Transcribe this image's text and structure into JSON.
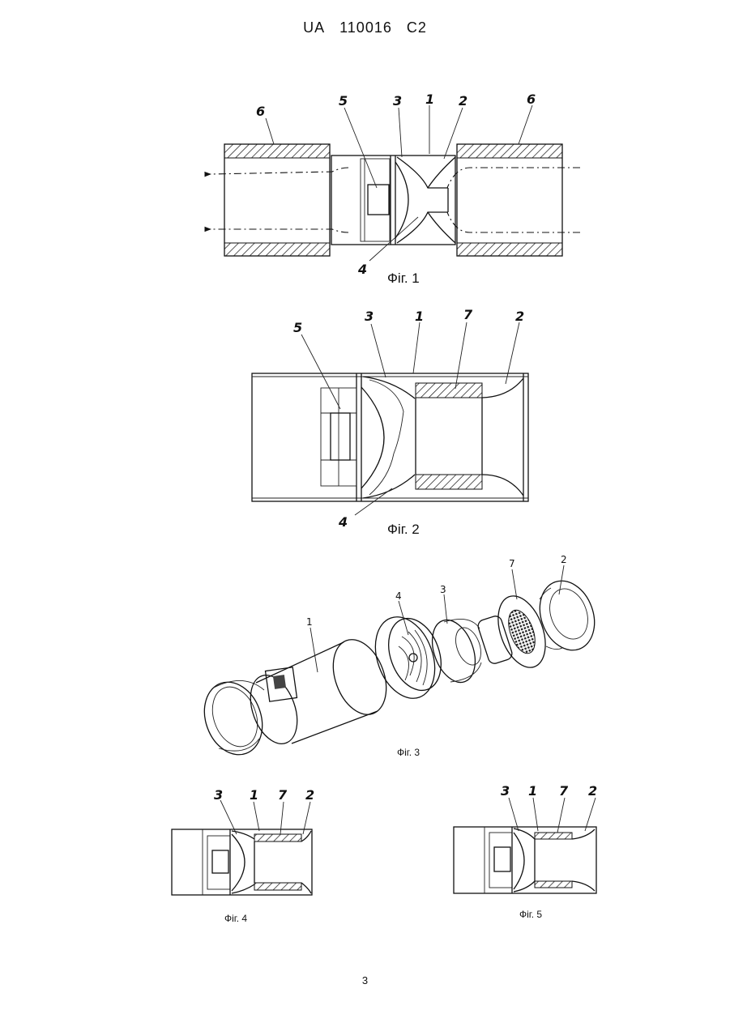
{
  "header": {
    "country": "UA",
    "number": "110016",
    "kind": "C2"
  },
  "page_number": "3",
  "figures": {
    "fig1": {
      "caption": "Фіг. 1",
      "labels": [
        "6",
        "5",
        "3",
        "1",
        "2",
        "6",
        "4"
      ]
    },
    "fig2": {
      "caption": "Фіг. 2",
      "labels": [
        "5",
        "3",
        "1",
        "7",
        "2",
        "4"
      ]
    },
    "fig3": {
      "caption": "Фіг. 3",
      "labels": [
        "1",
        "4",
        "3",
        "7",
        "2"
      ]
    },
    "fig4": {
      "caption": "Фіг. 4",
      "labels": [
        "3",
        "1",
        "7",
        "2"
      ]
    },
    "fig5": {
      "caption": "Фіг. 5",
      "labels": [
        "3",
        "1",
        "7",
        "2"
      ]
    }
  }
}
